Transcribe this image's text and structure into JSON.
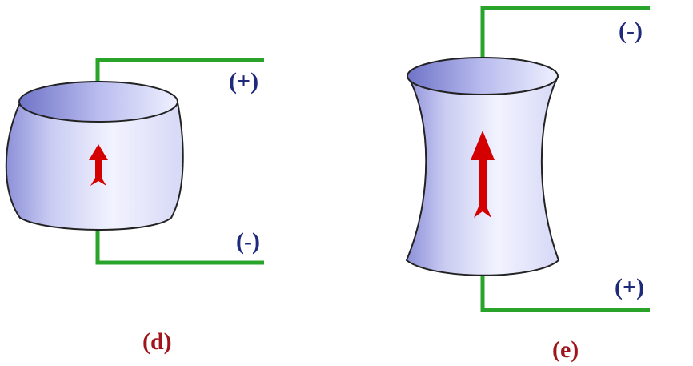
{
  "panels": [
    {
      "caption": "(d)",
      "top_terminal": "(+)",
      "bottom_terminal": "(-)",
      "shape": "barrel",
      "arrow": "up"
    },
    {
      "caption": "(e)",
      "top_terminal": "(-)",
      "bottom_terminal": "(+)",
      "shape": "hourglass",
      "arrow": "up"
    }
  ],
  "colors": {
    "wire": "#2aa32a",
    "arrow": "#d40000",
    "polarity": "#1f2a7a",
    "caption": "#a0151b",
    "body_light": "#f2f3ff",
    "body_dark": "#8c90d8"
  }
}
